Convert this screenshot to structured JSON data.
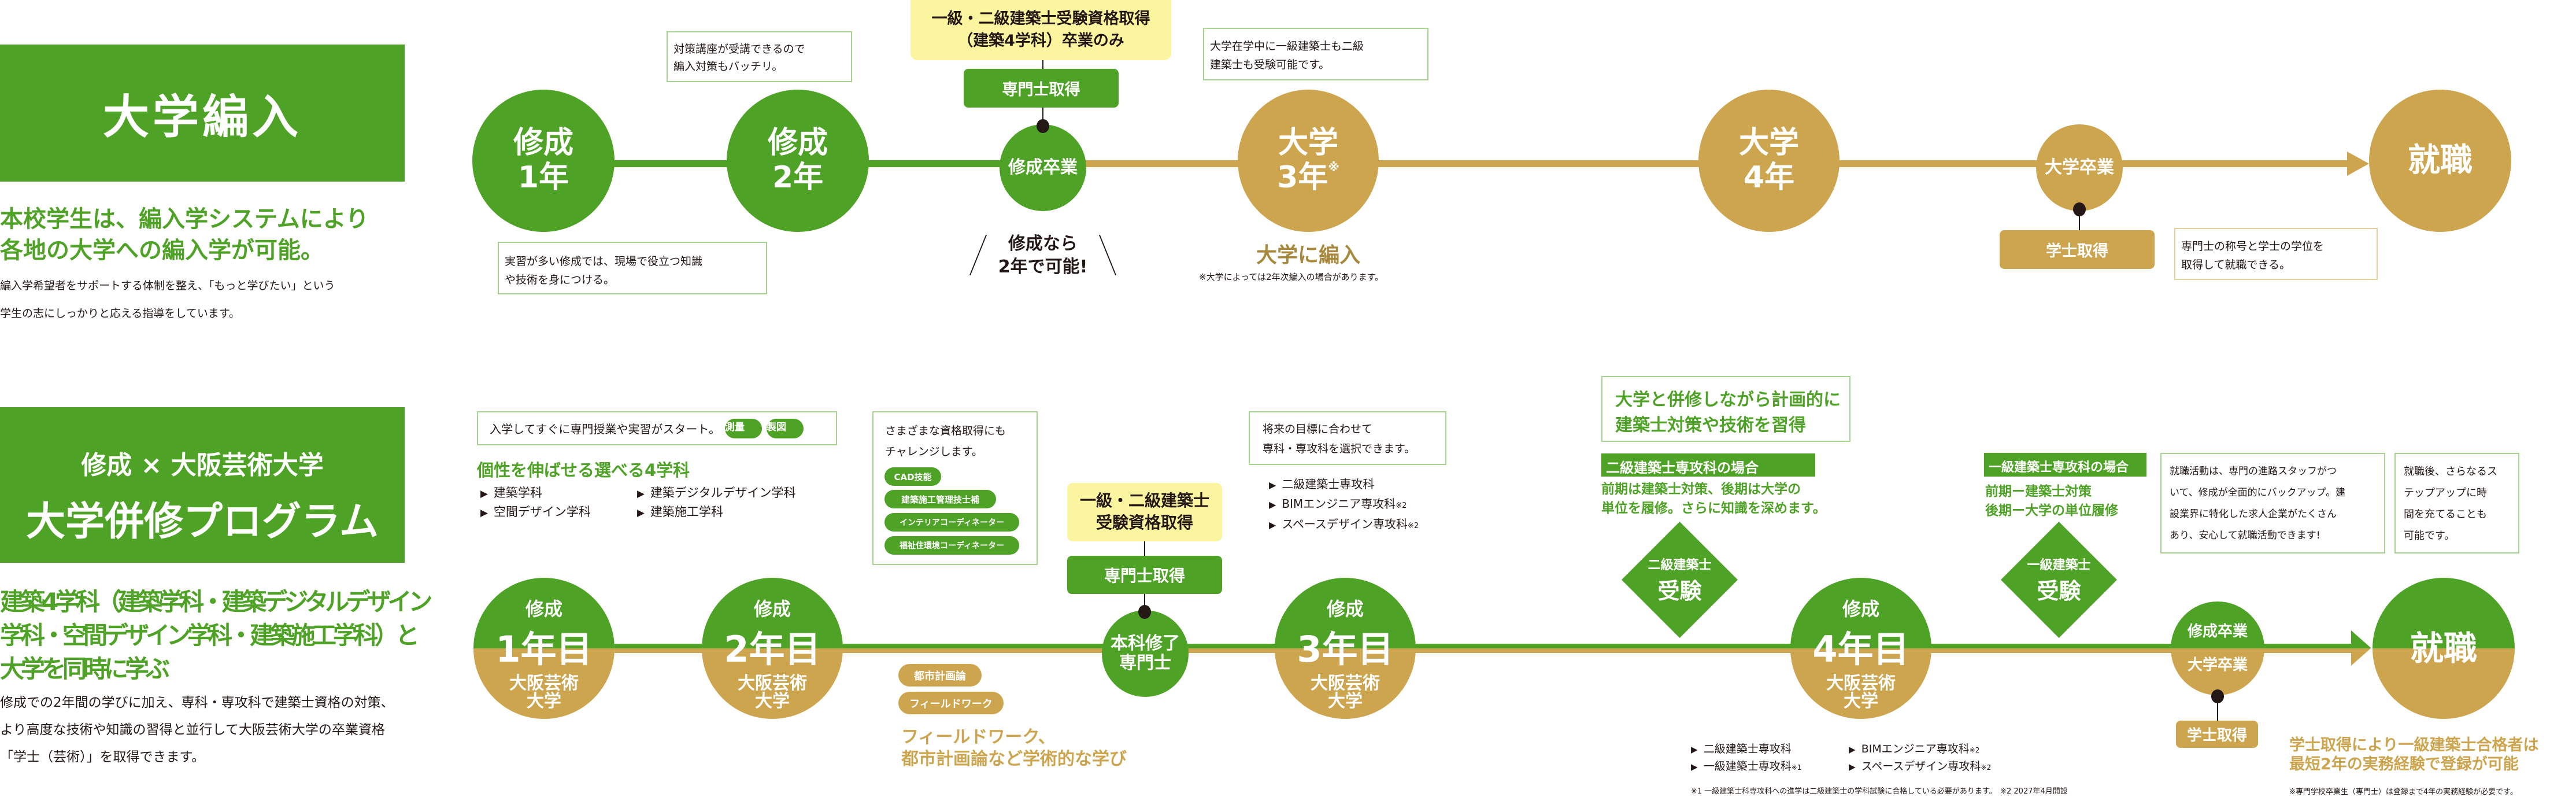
{
  "colors": {
    "green": "#4ea225",
    "gold": "#cda54e",
    "yellow": "#fcf5a0",
    "box_border": "#a6d38f",
    "text": "#231815"
  },
  "transfer": {
    "title": "大学編入",
    "lead": [
      "本校学生は、編入学システムにより",
      "各地の大学への編入学が可能。"
    ],
    "body": [
      "編入学希望者をサポートする体制を整え、「もっと学びたい」という",
      "学生の志にしっかりと応える指導をしています。"
    ],
    "node_y1": [
      "修成",
      "1年"
    ],
    "node_y2": [
      "修成",
      "2年"
    ],
    "node_grad": "修成卒業",
    "node_u3": [
      "大学",
      "3年",
      "※"
    ],
    "node_u4": [
      "大学",
      "4年"
    ],
    "node_ugrad": "大学卒業",
    "node_job": "就職",
    "note_prep": [
      "対策講座が受講できるので",
      "編入対策もバッチリ。"
    ],
    "note_practice": [
      "実習が多い修成では、現場で役立つ知識",
      "や技術を身につける。"
    ],
    "qual_box": [
      "一級・二級建築士受験資格取得",
      "（建築4学科）卒業のみ"
    ],
    "senmonshi": "専門士取得",
    "two_years": [
      "修成なら",
      "2年で可能!"
    ],
    "transfer_label": "大学に編入",
    "transfer_note": "※大学によっては2年次編入の場合があります。",
    "note_univ": [
      "大学在学中に一級建築士も二級",
      "建築士も受験可能です。"
    ],
    "bachelor": "学士取得",
    "note_job": [
      "専門士の称号と学士の学位を",
      "取得して就職できる。"
    ]
  },
  "dual": {
    "subtitle": "修成 × 大阪芸術大学",
    "title": "大学併修プログラム",
    "lead": [
      "建築4学科（建築学科・建築デジタルデザイン",
      "学科・空間デザイン学科・建築施工学科）と",
      "大学を同時に学ぶ"
    ],
    "body": [
      "修成での2年間の学びに加え、専科・専攻科で建築士資格の対策、",
      "より高度な技術や知識の習得と並行して大阪芸術大学の卒業資格",
      "「学士（芸術）」を取得できます。"
    ],
    "start_note": "入学してすぐに専門授業や実習がスタート。",
    "start_badges": [
      "測量",
      "製図"
    ],
    "depts_heading": "個性を伸ばせる選べる4学科",
    "depts": [
      "建築学科",
      "建築デジタルデザイン学科",
      "空間デザイン学科",
      "建築施工学科"
    ],
    "quals_note": [
      "さまざまな資格取得にも",
      "チャレンジします。"
    ],
    "quals": [
      "CAD技能",
      "建築施工管理技士補",
      "インテリアコーディネーター",
      "福祉住環境コーディネーター"
    ],
    "univ_tags": [
      "都市計画論",
      "フィールドワーク"
    ],
    "univ_text": [
      "フィールドワーク、",
      "都市計画論など学術的な学び"
    ],
    "qual_box": [
      "一級・二級建築士",
      "受験資格取得"
    ],
    "senmonshi": "専門士取得",
    "node_honka": [
      "本科修了",
      "専門士"
    ],
    "years": [
      {
        "top": "修成",
        "year": "1年目",
        "bottom": [
          "大阪芸術",
          "大学"
        ]
      },
      {
        "top": "修成",
        "year": "2年目",
        "bottom": [
          "大阪芸術",
          "大学"
        ]
      },
      {
        "top": "修成",
        "year": "3年目",
        "bottom": [
          "大阪芸術",
          "大学"
        ]
      },
      {
        "top": "修成",
        "year": "4年目",
        "bottom": [
          "大阪芸術",
          "大学"
        ]
      }
    ],
    "future_note": [
      "将来の目標に合わせて",
      "専科・専攻科を選択できます。"
    ],
    "courses3": [
      "二級建築士専攻科",
      "BIMエンジニア専攻科",
      "スペースデザイン専攻科"
    ],
    "courses3_marks": [
      "",
      "※2",
      "※2"
    ],
    "plan_box": [
      "大学と併修しながら計画的に",
      "建築士対策や技術を習得"
    ],
    "case2_label": "二級建築士専攻科の場合",
    "case2_text": [
      "前期は建築士対策、後期は大学の",
      "単位を履修。さらに知識を深めます。"
    ],
    "exam2": [
      "二級建築士",
      "受験"
    ],
    "case1_label": "一級建築士専攻科の場合",
    "case1_text": [
      "前期ー建築士対策",
      "後期ー大学の単位履修"
    ],
    "exam1": [
      "一級建築士",
      "受験"
    ],
    "job_support": [
      "就職活動は、専門の進路スタッフがつ",
      "いて、修成が全面的にバックアップ。建",
      "設業界に特化した求人企業がたくさん",
      "あり、安心して就職活動できます!"
    ],
    "step_up": [
      "就職後、さらなるス",
      "テップアップに時",
      "間を充てることも",
      "可能です。"
    ],
    "grad_node": [
      "修成卒業",
      "大学卒業"
    ],
    "bachelor": "学士取得",
    "job": "就職",
    "courses4": [
      "二級建築士専攻科",
      "BIMエンジニア専攻科",
      "一級建築士専攻科",
      "スペースデザイン専攻科"
    ],
    "courses4_marks": [
      "",
      "※2",
      "※1",
      "※2"
    ],
    "footnote": "※1 一級建築士科専攻科への進学は二級建築士の学科試験に合格している必要があります。　※2 2027年4月開設",
    "result": [
      "学士取得により一級建築士合格者は",
      "最短2年の実務経験で登録が可能"
    ],
    "result_note": "※専門学校卒業生（専門士）は登録まで4年の実務経験が必要です。"
  }
}
